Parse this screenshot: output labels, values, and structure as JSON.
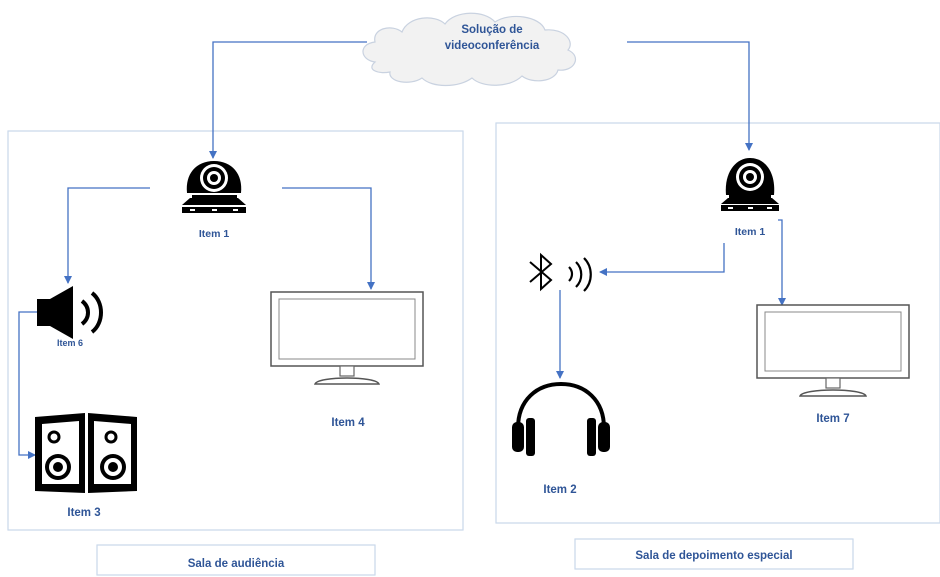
{
  "cloud": {
    "label_line1": "Solução de",
    "label_line2": "videoconferência"
  },
  "rooms": {
    "audiencia": {
      "caption": "Sala de audiência",
      "camera_label": "Item 1",
      "speaker_label": "Item 6",
      "speakers_label": "Item 3",
      "monitor_label": "Item 4"
    },
    "depoimento": {
      "caption": "Sala de depoimento especial",
      "camera_label": "Item 1",
      "headphones_label": "Item 2",
      "monitor_label": "Item 7"
    }
  },
  "colors": {
    "connector": "#4472c4",
    "label": "#2f5597",
    "room_border": "#c9d7ea",
    "icon": "#000000"
  }
}
